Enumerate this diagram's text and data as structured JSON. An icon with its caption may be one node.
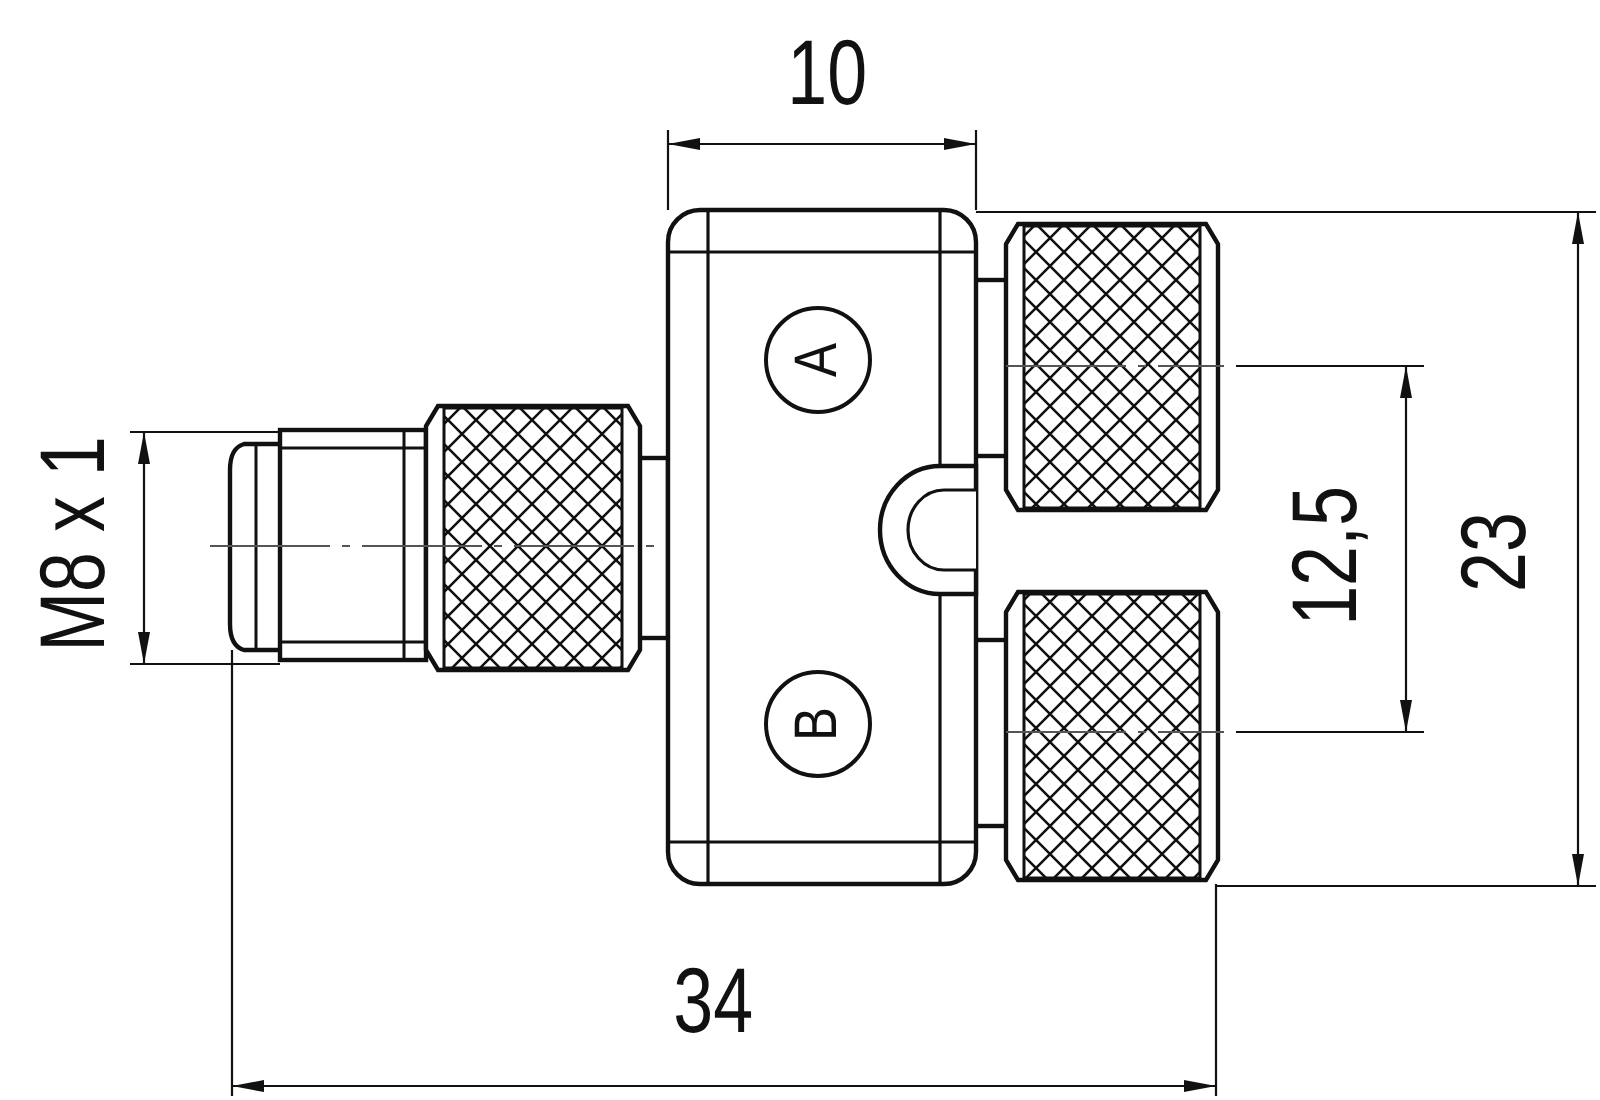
{
  "diagram": {
    "nodes": [
      {
        "text": [
          "A"
        ]
      },
      {
        "text": [
          "B"
        ]
      }
    ],
    "labels": [
      "10",
      "M8 x 1",
      "12,5",
      "23",
      "34"
    ]
  }
}
